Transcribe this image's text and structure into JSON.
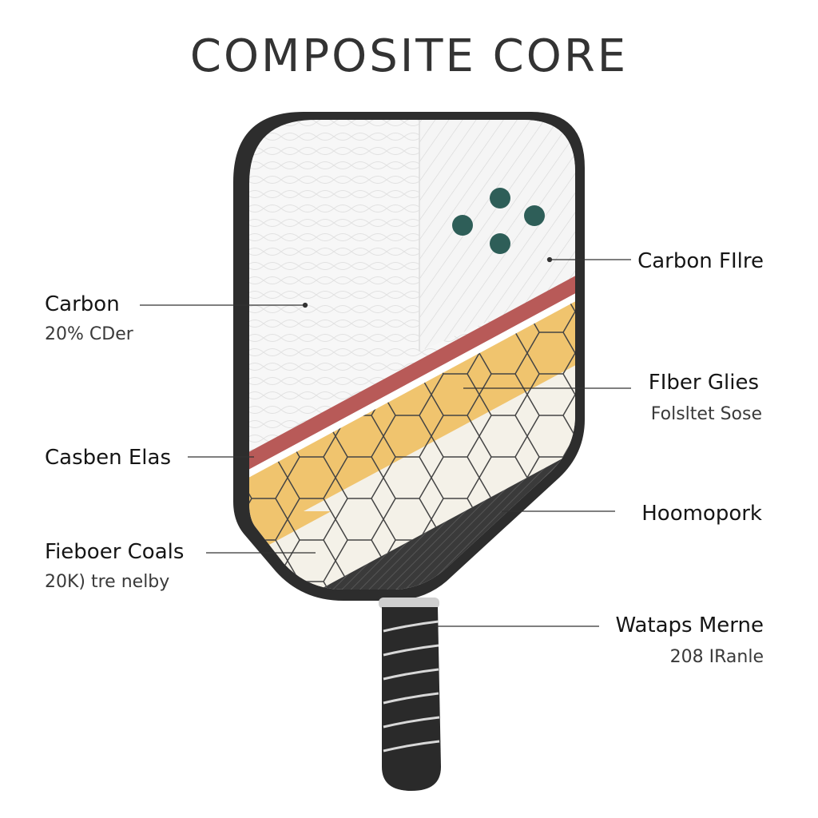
{
  "title": "COMPOSITE CORE",
  "colors": {
    "frame": "#2d2d2d",
    "face": "#f3f3f3",
    "red_stripe": "#b85a58",
    "honeycomb_yellow": "#f0c46e",
    "honeycomb_white": "#f4f1e8",
    "dots": "#2e5e58",
    "grip": "#2a2a2a",
    "grip_wrap": "#d8d8d8"
  },
  "callouts_left": [
    {
      "label": "Carbon",
      "sub": "20% CDer"
    },
    {
      "label": "Casben Elas",
      "sub": ""
    },
    {
      "label": "Fieboer Coals",
      "sub": "20K) tre nelby"
    }
  ],
  "callouts_right": [
    {
      "label": "Carbon FIlre",
      "sub": ""
    },
    {
      "label": "FIber Glies",
      "sub": "Folsltet Sose"
    },
    {
      "label": "Hoomopork",
      "sub": ""
    },
    {
      "label": "Wataps Merne",
      "sub": "208 IRanle"
    }
  ]
}
